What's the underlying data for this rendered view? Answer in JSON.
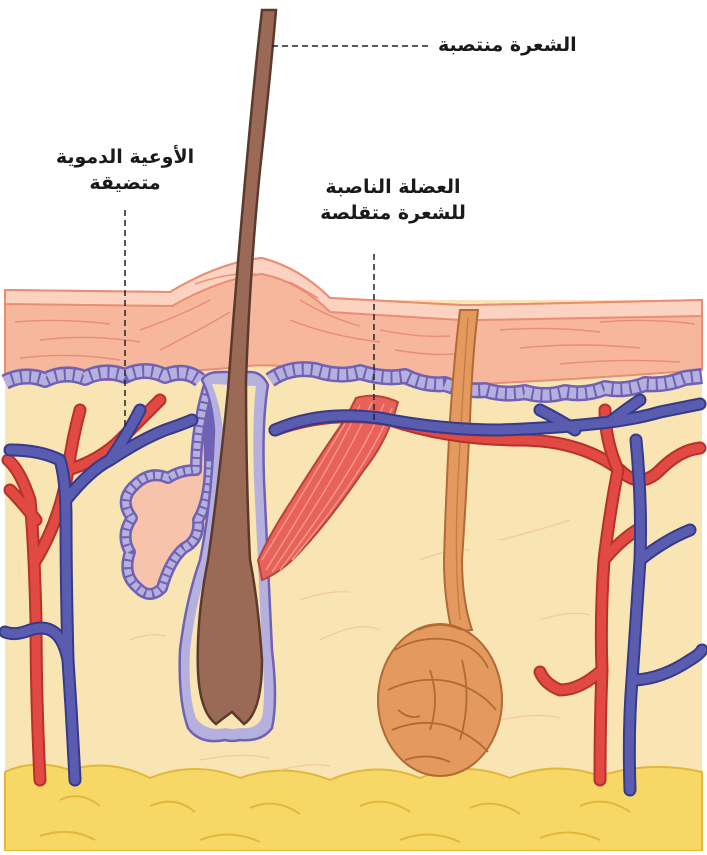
{
  "labels": {
    "hair": "الشعرة منتصبة",
    "vessels_line1": "الأوعية الدموية",
    "vessels_line2": "متضيقة",
    "muscle_line1": "العضلة الناصبة",
    "muscle_line2": "للشعرة متقلصة"
  },
  "colors": {
    "epidermis": "#f6b79c",
    "epidermis_top": "#fbd3c0",
    "dermis": "#f9e4b4",
    "fat": "#f7d766",
    "basal_layer": "#b6b0de",
    "basal_outline": "#6f62b4",
    "hair": "#9b6a57",
    "artery": "#e04a43",
    "vein": "#5a5cb0",
    "muscle": "#e8625a",
    "sweat_gland": "#e49a5e"
  }
}
